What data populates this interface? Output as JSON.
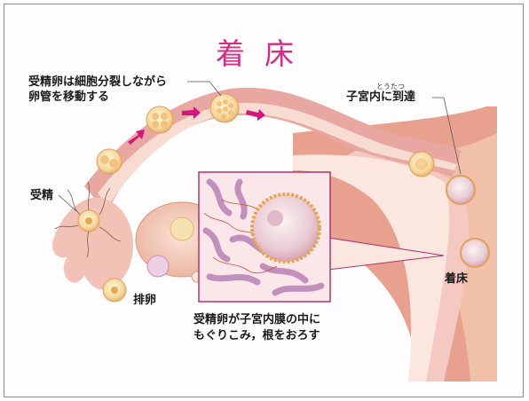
{
  "title": "着床",
  "labels": {
    "division_line1": "受精卵は細胞分裂しながら",
    "division_line2": "卵管を移動する",
    "reach_uterus": "子宮内に到達",
    "reach_ruby": "とうたつ",
    "fertilization": "受精",
    "ovulation": "排卵",
    "implantation": "着床",
    "caption_line1": "受精卵が子宮内膜の中に",
    "caption_line2": "もぐりこみ，根をおろす"
  },
  "colors": {
    "title": "#d42b86",
    "arrows": "#d4157c",
    "tube_outer": "#e9a7a1",
    "tube_inner": "#f8dcd2",
    "uterus_wall": "#e8a18e",
    "endometrium": "#f4c9c2",
    "callout_border": "#b0346e",
    "cell": "#f6d9a0"
  }
}
